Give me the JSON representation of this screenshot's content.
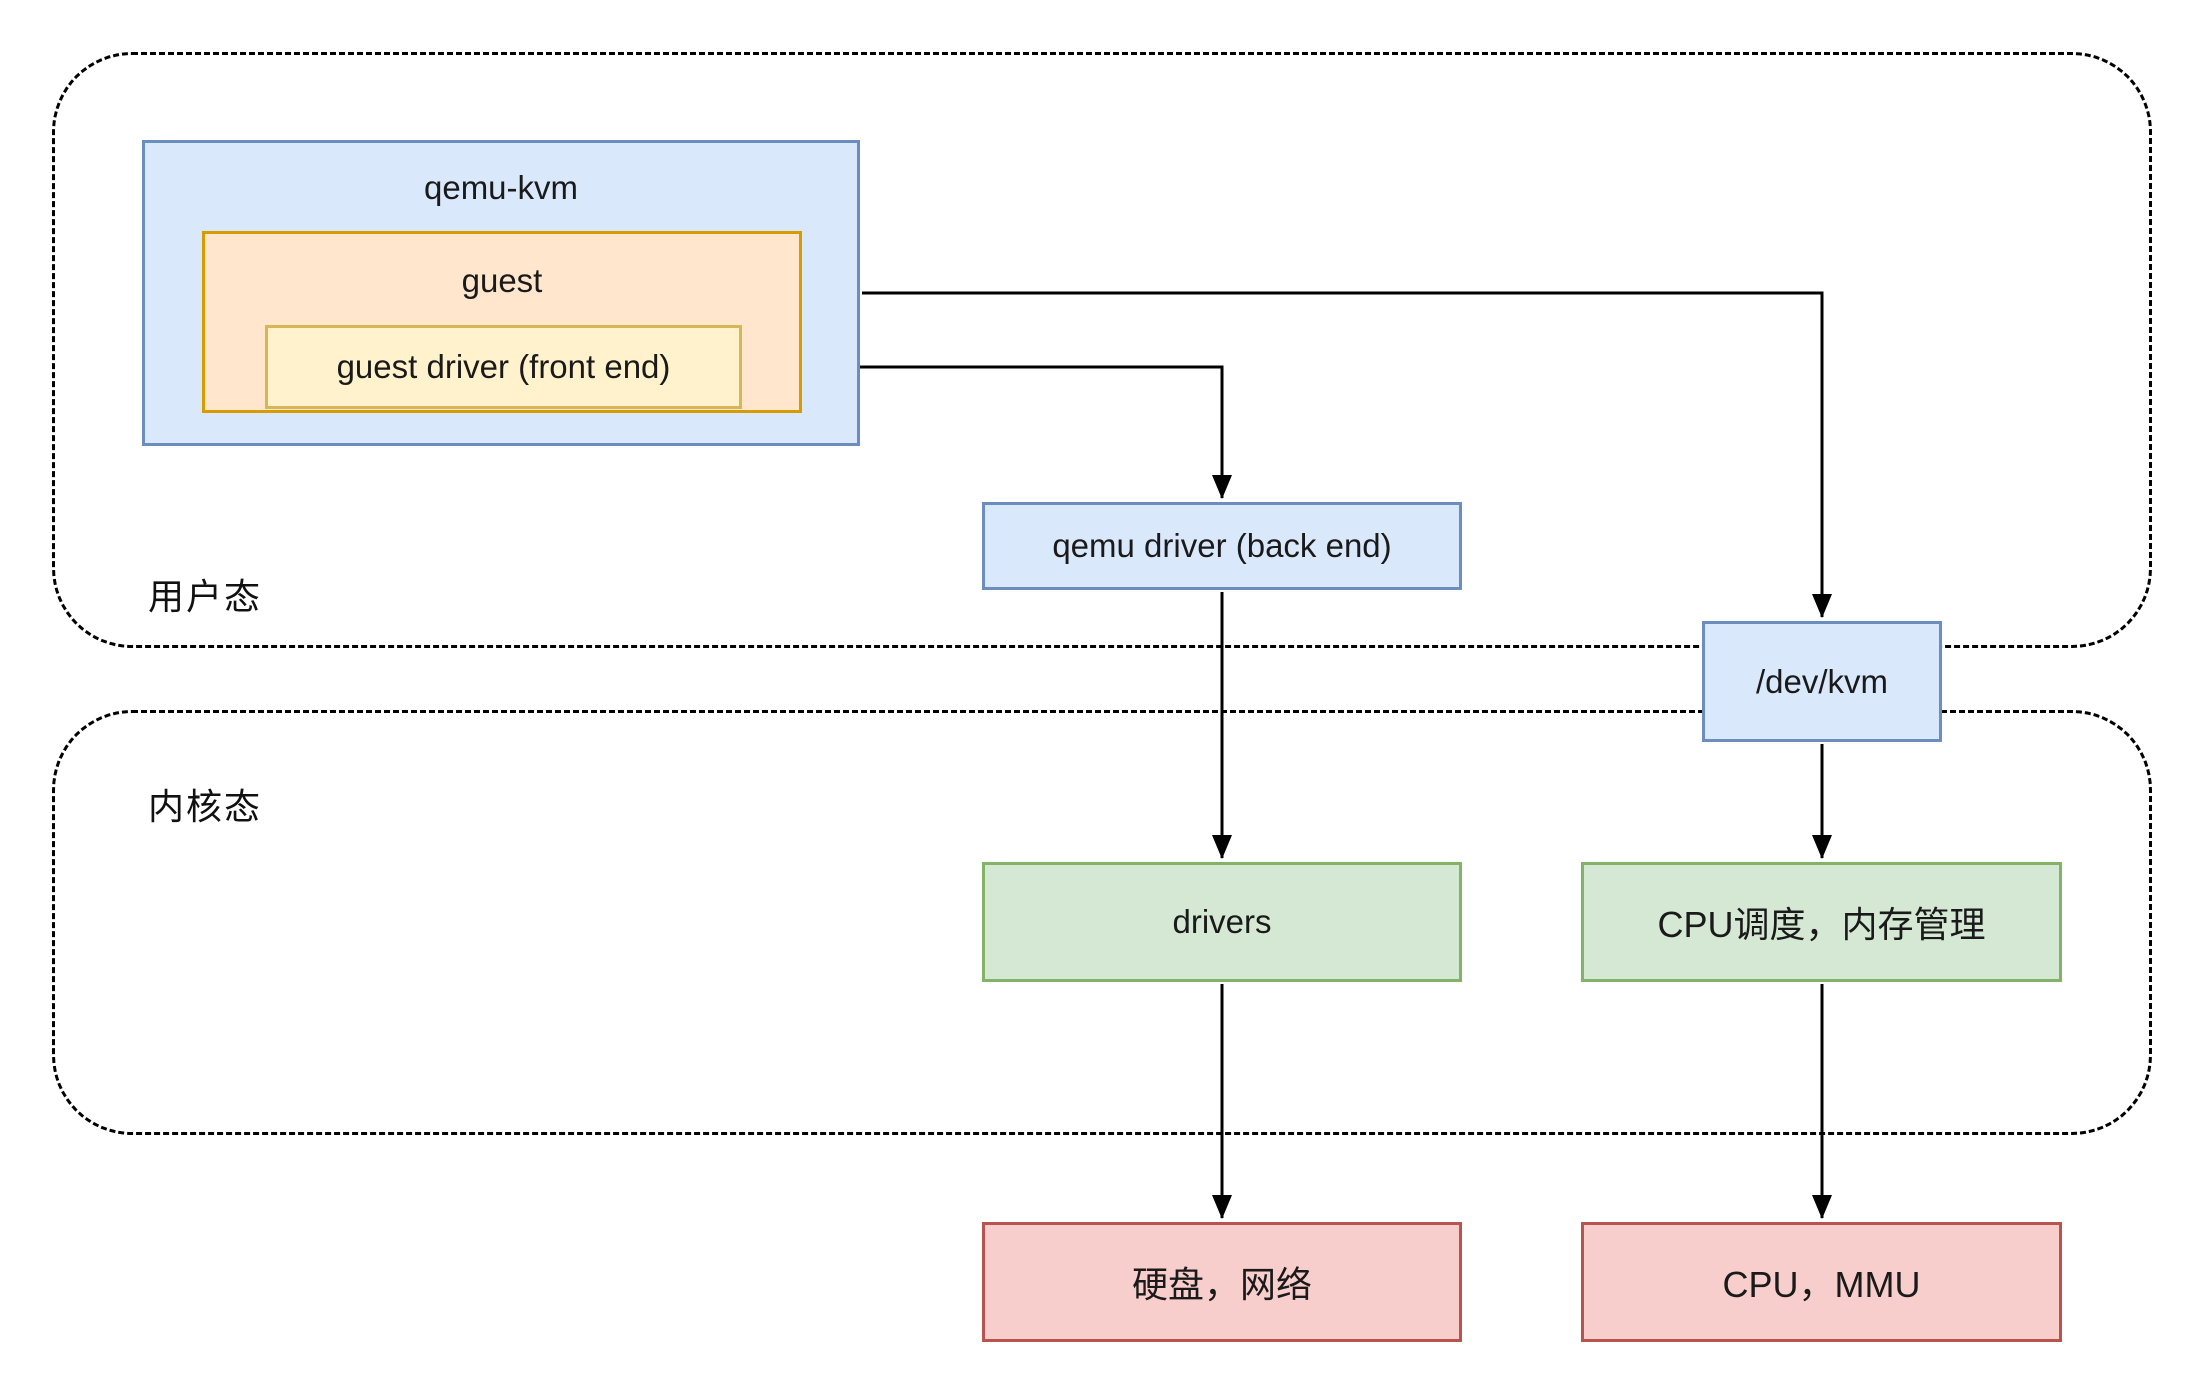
{
  "diagram": {
    "regions": {
      "user_mode": {
        "label": "用户态"
      },
      "kernel_mode": {
        "label": "内核态"
      }
    },
    "nodes": {
      "qemu_kvm": {
        "label": "qemu-kvm"
      },
      "guest": {
        "label": "guest"
      },
      "guest_driver": {
        "label": "guest driver (front end)"
      },
      "qemu_driver": {
        "label": "qemu driver (back end)"
      },
      "dev_kvm": {
        "label": "/dev/kvm"
      },
      "drivers": {
        "label": "drivers"
      },
      "cpu_sched": {
        "label": "CPU调度，内存管理"
      },
      "disk_net": {
        "label": "硬盘，网络"
      },
      "cpu_mmu": {
        "label": "CPU，MMU"
      }
    },
    "edges": [
      {
        "from": "qemu-kvm",
        "to": "/dev/kvm"
      },
      {
        "from": "guest driver (front end)",
        "to": "qemu driver (back end)"
      },
      {
        "from": "qemu driver (back end)",
        "to": "drivers"
      },
      {
        "from": "/dev/kvm",
        "to": "CPU调度，内存管理"
      },
      {
        "from": "drivers",
        "to": "硬盘，网络"
      },
      {
        "from": "CPU调度，内存管理",
        "to": "CPU，MMU"
      }
    ],
    "colors": {
      "node_blue_fill": "#dae8fc",
      "node_blue_border": "#6c8ebf",
      "node_orange_fill": "#ffe6cc",
      "node_orange_border": "#d79b00",
      "node_yellow_fill": "#fff2cc",
      "node_yellow_border": "#d6b656",
      "node_green_fill": "#d5e8d4",
      "node_green_border": "#82b366",
      "node_red_fill": "#f8cecc",
      "node_red_border": "#b85450",
      "edge_stroke": "#000000",
      "region_border": "#000000"
    }
  }
}
